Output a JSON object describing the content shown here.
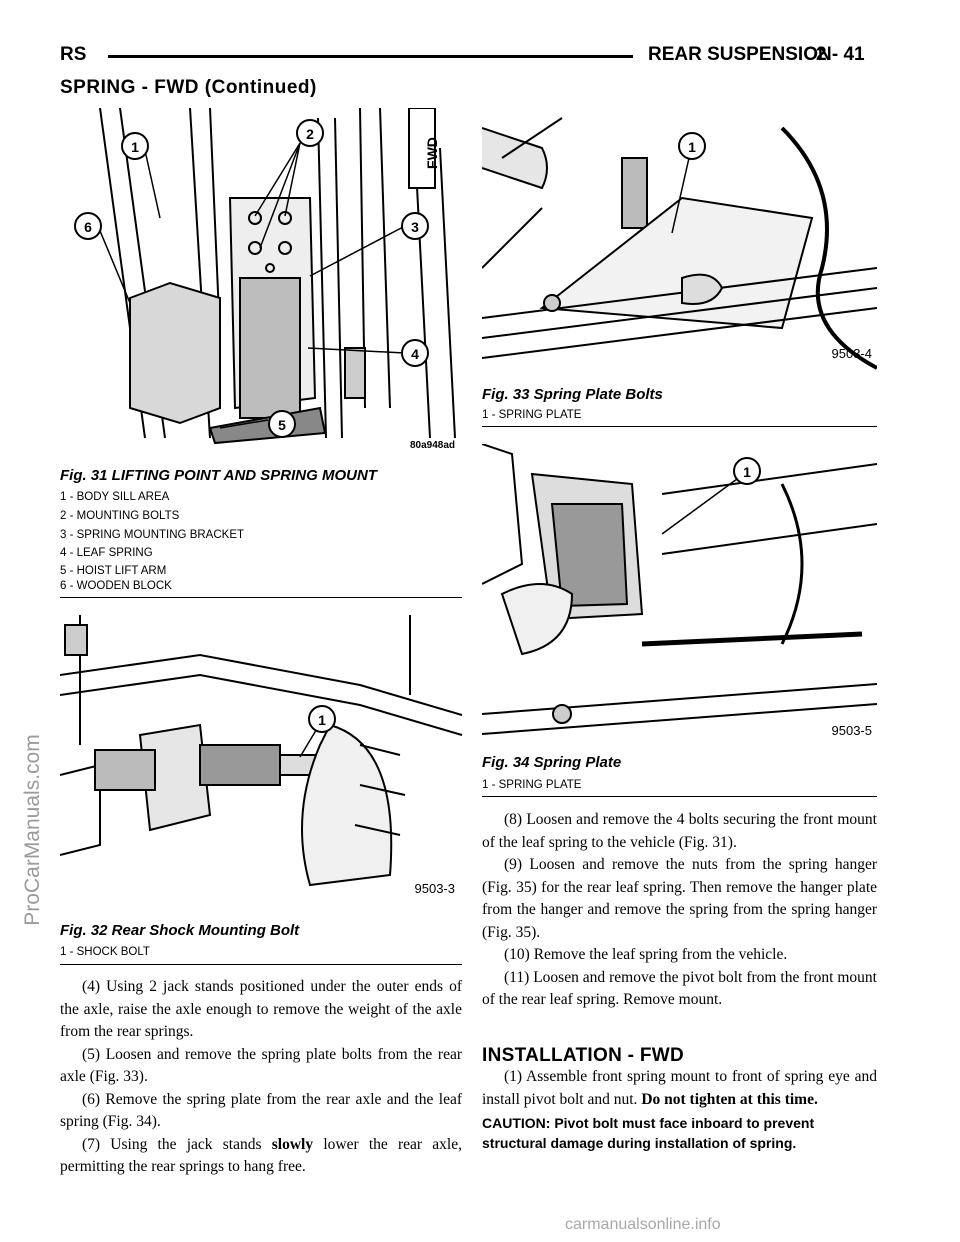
{
  "header": {
    "section_code": "RS",
    "section_title": "REAR SUSPENSION",
    "page_number": "2 - 41"
  },
  "subtitle": "SPRING - FWD (Continued)",
  "watermark_side": "ProCarManuals.com",
  "figures": {
    "fig31": {
      "caption": "Fig. 31 LIFTING POINT AND SPRING MOUNT",
      "image_code": "80a948ad",
      "callouts": [
        "1",
        "2",
        "3",
        "4",
        "5",
        "6"
      ],
      "arrow_label": "FWD",
      "legend": [
        "1 - BODY SILL AREA",
        "2 - MOUNTING BOLTS",
        "3 - SPRING MOUNTING BRACKET",
        "4 - LEAF SPRING",
        "5 - HOIST LIFT ARM",
        "6 - WOODEN BLOCK"
      ]
    },
    "fig32": {
      "caption": "Fig. 32 Rear Shock Mounting Bolt",
      "image_code": "9503-3",
      "callouts": [
        "1"
      ],
      "legend": [
        "1 - SHOCK BOLT"
      ]
    },
    "fig33": {
      "caption": "Fig. 33 Spring Plate Bolts",
      "image_code": "9503-4",
      "callouts": [
        "1"
      ],
      "legend": [
        "1 - SPRING PLATE"
      ]
    },
    "fig34": {
      "caption": "Fig. 34 Spring Plate",
      "image_code": "9503-5",
      "callouts": [
        "1"
      ],
      "legend": [
        "1 - SPRING PLATE"
      ]
    }
  },
  "left_text": {
    "p4": "(4) Using 2 jack stands positioned under the outer ends of the axle, raise the axle enough to remove the weight of the axle from the rear springs.",
    "p5": "(5) Loosen and remove the spring plate bolts from the rear axle (Fig. 33).",
    "p6": "(6) Remove the spring plate from the rear axle and the leaf spring (Fig. 34).",
    "p7_pre": "(7) Using the jack stands ",
    "p7_bold": "slowly",
    "p7_post": " lower the rear axle, permitting the rear springs to hang free."
  },
  "right_text": {
    "p8": "(8) Loosen and remove the 4 bolts securing the front mount of the leaf spring to the vehicle (Fig. 31).",
    "p9": "(9) Loosen and remove the nuts from the spring hanger (Fig. 35) for the rear leaf spring. Then remove the hanger plate from the hanger and remove the spring from the spring hanger (Fig. 35).",
    "p10": "(10) Remove the leaf spring from the vehicle.",
    "p11": "(11) Loosen and remove the pivot bolt from the front mount of the rear leaf spring. Remove mount."
  },
  "installation": {
    "heading": "INSTALLATION - FWD",
    "p1": "(1) Assemble front spring mount to front of spring eye and install pivot bolt and nut. ",
    "p1_bold": "Do not tighten at this time.",
    "caution": "CAUTION: Pivot bolt must face inboard to prevent structural damage during installation of spring."
  },
  "footer": "carmanualsonline.info"
}
